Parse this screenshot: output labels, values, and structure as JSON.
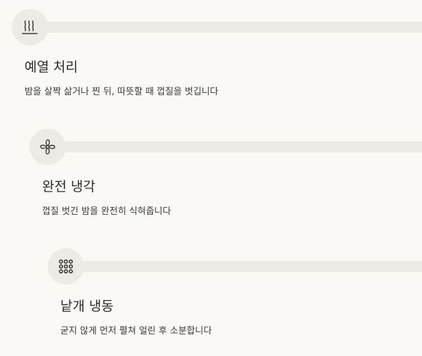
{
  "steps": [
    {
      "icon": "steam-icon",
      "title": "예열 처리",
      "description": "밤을 살짝 삶거나 찐 뒤, 따뜻할 때 껍질을 벗깁니다"
    },
    {
      "icon": "fan-icon",
      "title": "완전 냉각",
      "description": "껍질 벗긴 밤을 완전히 식혀줍니다"
    },
    {
      "icon": "grid-dots-icon",
      "title": "낱개 냉동",
      "description": "굳지 않게 먼저 펼쳐 얼린 후 소분합니다"
    }
  ],
  "colors": {
    "background": "#FAF9F5",
    "rail": "#EDEBE5",
    "text": "#2B2A28",
    "icon_stroke": "#3A3935"
  }
}
